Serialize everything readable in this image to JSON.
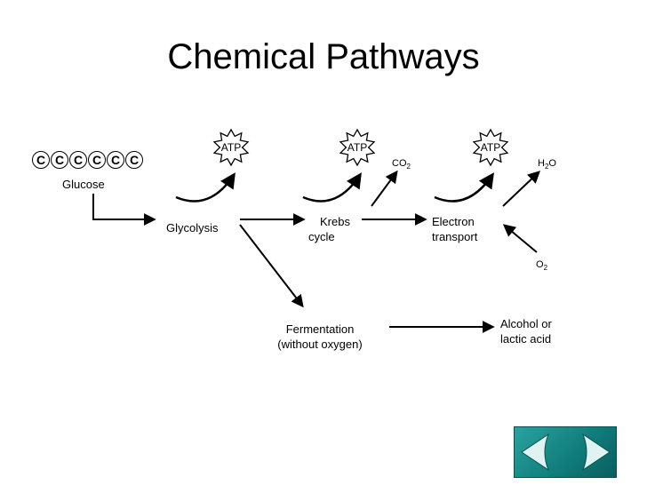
{
  "title": "Chemical Pathways",
  "glucose": {
    "carbons": [
      "C",
      "C",
      "C",
      "C",
      "C",
      "C"
    ],
    "label": "Glucose"
  },
  "stages": {
    "glycolysis": "Glycolysis",
    "krebs_line1": "Krebs",
    "krebs_line2": "cycle",
    "electron_line1": "Electron",
    "electron_line2": "transport",
    "fermentation_line1": "Fermentation",
    "fermentation_line2": "(without oxygen)",
    "products_line1": "Alcohol or",
    "products_line2": "lactic acid"
  },
  "atp_label": "ATP",
  "molecules": {
    "co2_base": "CO",
    "co2_sub": "2",
    "h2o_base": "H",
    "h2o_sub": "2",
    "h2o_tail": "O",
    "o2_base": "O",
    "o2_sub": "2"
  },
  "colors": {
    "nav_teal": "#0f7b7a",
    "nav_arrow": "#dff3f3"
  },
  "icons": {
    "prev": "left-arrow-icon",
    "next": "right-arrow-icon"
  }
}
